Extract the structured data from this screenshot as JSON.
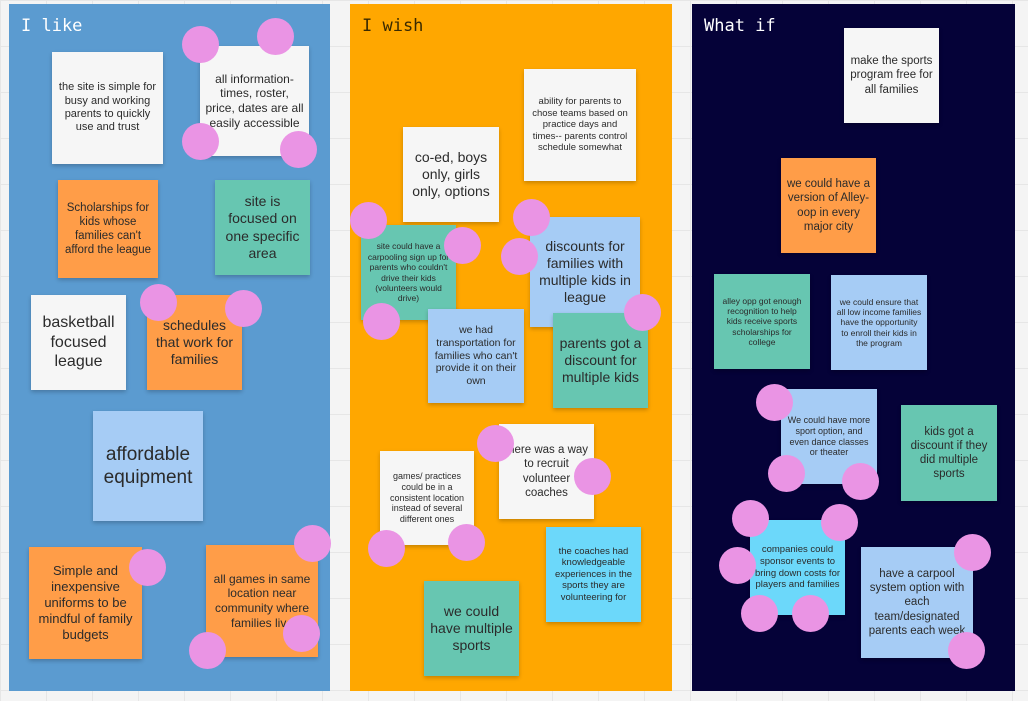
{
  "colors": {
    "frame_like": "#5b9bd0",
    "frame_wish": "#ffa700",
    "frame_whatif": "#050238",
    "sticky_white": "#f6f6f6",
    "sticky_orange": "#ff9d48",
    "sticky_teal": "#67c6b1",
    "sticky_blue": "#a6ccf5",
    "sticky_cyan": "#6cd8fa",
    "vote_dot": "#ea94e4"
  },
  "frames": {
    "like": {
      "title": "I like",
      "notes": [
        "the site is simple for busy and working parents to quickly use and trust",
        "all information-times, roster, price, dates are all easily accessible",
        "Scholarships for kids whose families can't afford the league",
        "site is focused on one specific area",
        "basketball focused league",
        "schedules that work for families",
        "affordable equipment",
        "Simple and inexpensive uniforms to be mindful of family budgets",
        "all games in same location near community where families live"
      ]
    },
    "wish": {
      "title": "I wish",
      "notes": [
        "ability for parents to chose teams based on practice days and times-- parents control schedule somewhat",
        "co-ed, boys only, girls only, options",
        "site could have a carpooling sign up for parents who couldn't drive their kids (volunteers would drive)",
        "discounts for families with multiple kids in league",
        "we had transportation for families who can't provide it on their own",
        "parents got a discount for multiple kids",
        "games/ practices could be in a consistent location instead of several different ones",
        "there was a way to recruit volunteer coaches",
        "the coaches had knowledgeable experiences in the sports they are volunteering for",
        "we could have multiple sports"
      ]
    },
    "whatif": {
      "title": "What if",
      "notes": [
        "make the sports program free for all families",
        "we could have a version of Alley-oop in every major city",
        "alley opp got enough recognition to help kids receive sports scholarships for college",
        "we could ensure that all low income families have the opportunity to enroll their kids in the program",
        "We could have more sport option, and even dance classes or theater",
        "kids got a discount if they did multiple sports",
        "companies could sponsor events to bring down costs for players and families",
        "have a carpool system option with each team/designated parents each week"
      ]
    }
  }
}
